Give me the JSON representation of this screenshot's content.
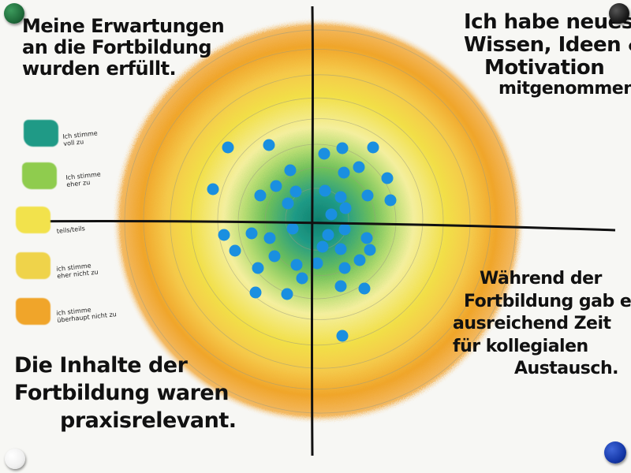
{
  "poster": {
    "top_left": [
      "Meine Erwartungen",
      "an die Fortbildung",
      "wurden erfüllt."
    ],
    "top_right": [
      "Ich habe neues",
      "Wissen, Ideen &",
      "Motivation",
      "mitgenommen."
    ],
    "bottom_left": [
      "Die Inhalte der",
      "Fortbildung waren",
      "praxisrelevant."
    ],
    "bottom_right": [
      "Während der",
      "Fortbildung gab es",
      "ausreichend Zeit",
      "für kollegialen",
      "Austausch."
    ]
  },
  "legend": [
    {
      "label": [
        "Ich stimme",
        "voll zu"
      ],
      "color": "#1f9a86"
    },
    {
      "label": [
        "Ich stimme",
        "eher zu"
      ],
      "color": "#8fcc4e"
    },
    {
      "label": [
        "teils/teils"
      ],
      "color": "#f2e24c"
    },
    {
      "label": [
        "ich stimme",
        "eher nicht zu"
      ],
      "color": "#efd34a"
    },
    {
      "label": [
        "ich stimme",
        "überhaupt nicht zu"
      ],
      "color": "#f0a52a"
    }
  ],
  "rings": {
    "outer": "#f0a52a",
    "mid": "#f2df47",
    "inner": "#8fcc4e",
    "core": "#1f9a86"
  },
  "dot_color": "#1a8fe0",
  "pins": [
    {
      "name": "green-pin",
      "color": "#1f6b3a"
    },
    {
      "name": "black-pin-top-right",
      "color": "#1a1a1a"
    },
    {
      "name": "white-pin",
      "color": "#f4f4f4"
    },
    {
      "name": "blue-pin",
      "color": "#1538a8"
    }
  ]
}
